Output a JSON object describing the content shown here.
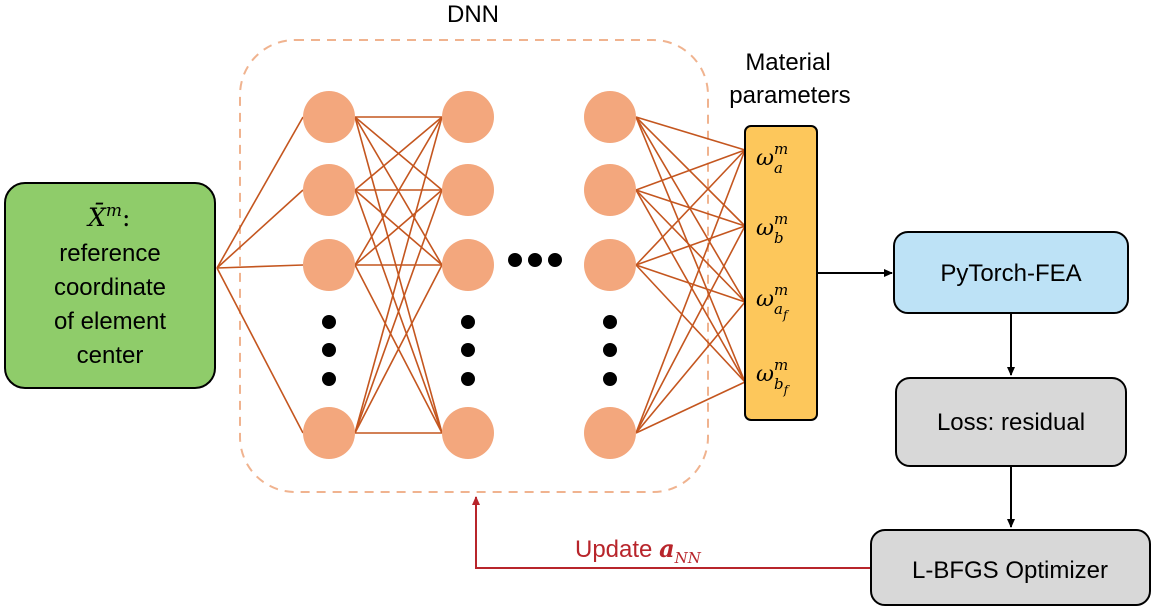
{
  "colors": {
    "node": "#f3a77d",
    "edge": "#c4561f",
    "dnn_border": "#f0b38f",
    "input_fill": "#8fcc6a",
    "params_fill": "#fdc75b",
    "fea_fill": "#bde2f6",
    "gray_fill": "#d8d8d8",
    "update_arrow": "#b8252b"
  },
  "dnn": {
    "title": "DNN"
  },
  "input_box": {
    "symbol": "X̄",
    "superscript": "m",
    "colon": ":",
    "lines": [
      "reference",
      "coordinate",
      "of element",
      "center"
    ]
  },
  "material": {
    "title_line1": "Material",
    "title_line2": "parameters",
    "params": [
      {
        "base": "ω",
        "sup": "m",
        "sub": "a",
        "subsub": ""
      },
      {
        "base": "ω",
        "sup": "m",
        "sub": "b",
        "subsub": ""
      },
      {
        "base": "ω",
        "sup": "m",
        "sub": "a",
        "subsub": "f"
      },
      {
        "base": "ω",
        "sup": "m",
        "sub": "b",
        "subsub": "f"
      }
    ]
  },
  "fea_box": {
    "label": "PyTorch-FEA"
  },
  "loss_box": {
    "label": "Loss: residual"
  },
  "optimizer_box": {
    "label": "L-BFGS Optimizer"
  },
  "update": {
    "text": "Update ",
    "symbol": "a",
    "subscript": "NN"
  }
}
